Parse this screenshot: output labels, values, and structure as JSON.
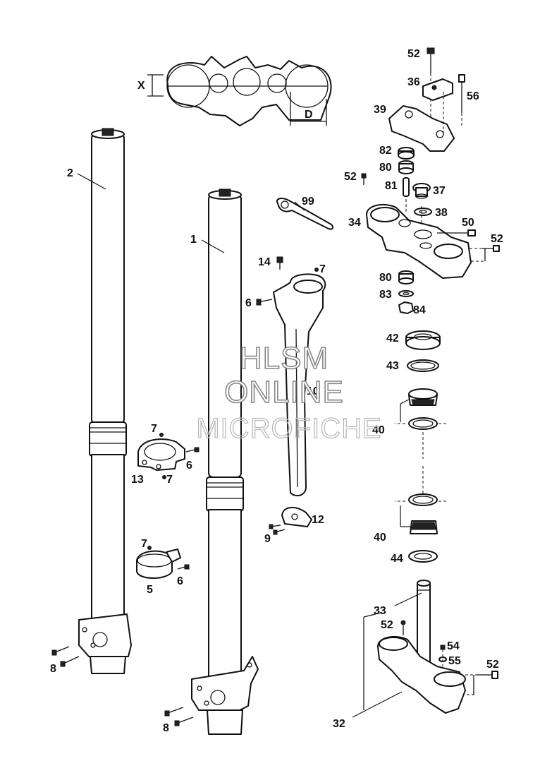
{
  "diagram": {
    "dimension_labels": [
      "X",
      "D"
    ],
    "part_labels": [
      {
        "id": "p1",
        "text": "1"
      },
      {
        "id": "p2",
        "text": "2"
      },
      {
        "id": "p5",
        "text": "5"
      },
      {
        "id": "p6a",
        "text": "6"
      },
      {
        "id": "p6b",
        "text": "6"
      },
      {
        "id": "p6c",
        "text": "6"
      },
      {
        "id": "p7a",
        "text": "7"
      },
      {
        "id": "p7b",
        "text": "7"
      },
      {
        "id": "p7c",
        "text": "7"
      },
      {
        "id": "p7d",
        "text": "7"
      },
      {
        "id": "p8a",
        "text": "8"
      },
      {
        "id": "p8b",
        "text": "8"
      },
      {
        "id": "p9",
        "text": "9"
      },
      {
        "id": "p10",
        "text": "10"
      },
      {
        "id": "p12",
        "text": "12"
      },
      {
        "id": "p13",
        "text": "13"
      },
      {
        "id": "p14",
        "text": "14"
      },
      {
        "id": "p32",
        "text": "32"
      },
      {
        "id": "p33",
        "text": "33"
      },
      {
        "id": "p34",
        "text": "34"
      },
      {
        "id": "p36",
        "text": "36"
      },
      {
        "id": "p37",
        "text": "37"
      },
      {
        "id": "p38",
        "text": "38"
      },
      {
        "id": "p39",
        "text": "39"
      },
      {
        "id": "p40a",
        "text": "40"
      },
      {
        "id": "p40b",
        "text": "40"
      },
      {
        "id": "p42",
        "text": "42"
      },
      {
        "id": "p43",
        "text": "43"
      },
      {
        "id": "p44",
        "text": "44"
      },
      {
        "id": "p50",
        "text": "50"
      },
      {
        "id": "p52a",
        "text": "52"
      },
      {
        "id": "p52b",
        "text": "52"
      },
      {
        "id": "p52c",
        "text": "52"
      },
      {
        "id": "p52d",
        "text": "52"
      },
      {
        "id": "p52e",
        "text": "52"
      },
      {
        "id": "p54",
        "text": "54"
      },
      {
        "id": "p55",
        "text": "55"
      },
      {
        "id": "p56",
        "text": "56"
      },
      {
        "id": "p80a",
        "text": "80"
      },
      {
        "id": "p80b",
        "text": "80"
      },
      {
        "id": "p81",
        "text": "81"
      },
      {
        "id": "p82",
        "text": "82"
      },
      {
        "id": "p83",
        "text": "83"
      },
      {
        "id": "p84",
        "text": "84"
      },
      {
        "id": "p99",
        "text": "99"
      }
    ]
  },
  "watermark": {
    "line1": "HLSM",
    "line2": "ONLINE",
    "line3": "MICROFICHE"
  }
}
